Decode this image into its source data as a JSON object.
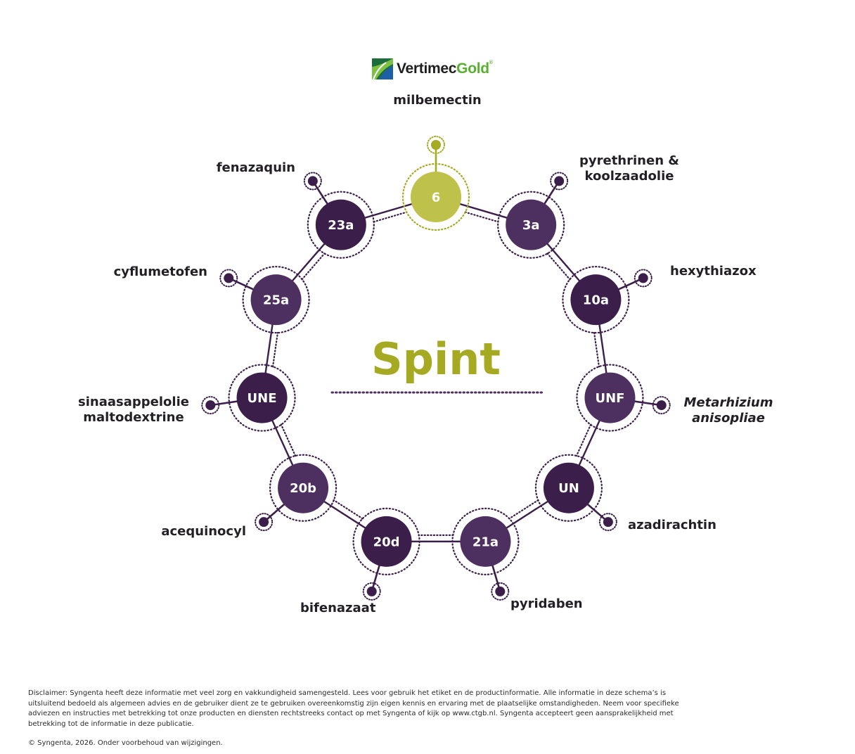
{
  "brand": {
    "name_part1": "Vertimec",
    "name_part2": "Gold",
    "registered": "®",
    "logo_icon": "vertimec-gold-logo-icon"
  },
  "title": "Spint",
  "colors": {
    "accent": "#a5aa22",
    "accent_light": "#bfc24a",
    "node_dark": "#3b1f4a",
    "node_mid": "#4d3060",
    "line": "#3b1f4a"
  },
  "nodes": [
    {
      "code": "6",
      "substance": "milbemectin"
    },
    {
      "code": "3a",
      "substance": "pyrethrinen & koolzaadolie"
    },
    {
      "code": "10a",
      "substance": "hexythiazox"
    },
    {
      "code": "UNF",
      "substance": "Metarhizium anisopliae"
    },
    {
      "code": "UN",
      "substance": "azadirachtin"
    },
    {
      "code": "21a",
      "substance": "pyridaben"
    },
    {
      "code": "20d",
      "substance": "bifenazaat"
    },
    {
      "code": "20b",
      "substance": "acequinocyl"
    },
    {
      "code": "UNE",
      "substance": "sinaasappelolie maltodextrine"
    },
    {
      "code": "25a",
      "substance": "cyflumetofen"
    },
    {
      "code": "23a",
      "substance": "fenazaquin"
    }
  ],
  "labels": {
    "milbemectin": "milbemectin",
    "pyrethrinen_1": "pyrethrinen &",
    "pyrethrinen_2": "koolzaadolie",
    "hexythiazox": "hexythiazox",
    "metarhizium_1": "Metarhizium",
    "metarhizium_2": "anisopliae",
    "azadirachtin": "azadirachtin",
    "pyridaben": "pyridaben",
    "bifenazaat": "bifenazaat",
    "acequinocyl": "acequinocyl",
    "sinaas_1": "sinaasappelolie",
    "sinaas_2": "maltodextrine",
    "cyflumetofen": "cyflumetofen",
    "fenazaquin": "fenazaquin"
  },
  "disclaimer": "Disclaimer: Syngenta heeft deze informatie met veel zorg en vakkundigheid samengesteld. Lees voor gebruik het etiket en de productinformatie. Alle informatie in deze schema’s is uitsluitend bedoeld als algemeen advies en de gebruiker dient ze te gebruiken overeenkomstig zijn eigen kennis en ervaring met de plaatselijke omstandigheden. Neem voor specifieke adviezen en instructies met betrekking tot onze producten en diensten rechtstreeks contact op met Syngenta of kijk op www.ctgb.nl. Syngenta accepteert geen aansprakelijkheid met betrekking tot de informatie in deze publicatie.",
  "copyright": "© Syngenta, 2026. Onder voorbehoud van wijzigingen."
}
